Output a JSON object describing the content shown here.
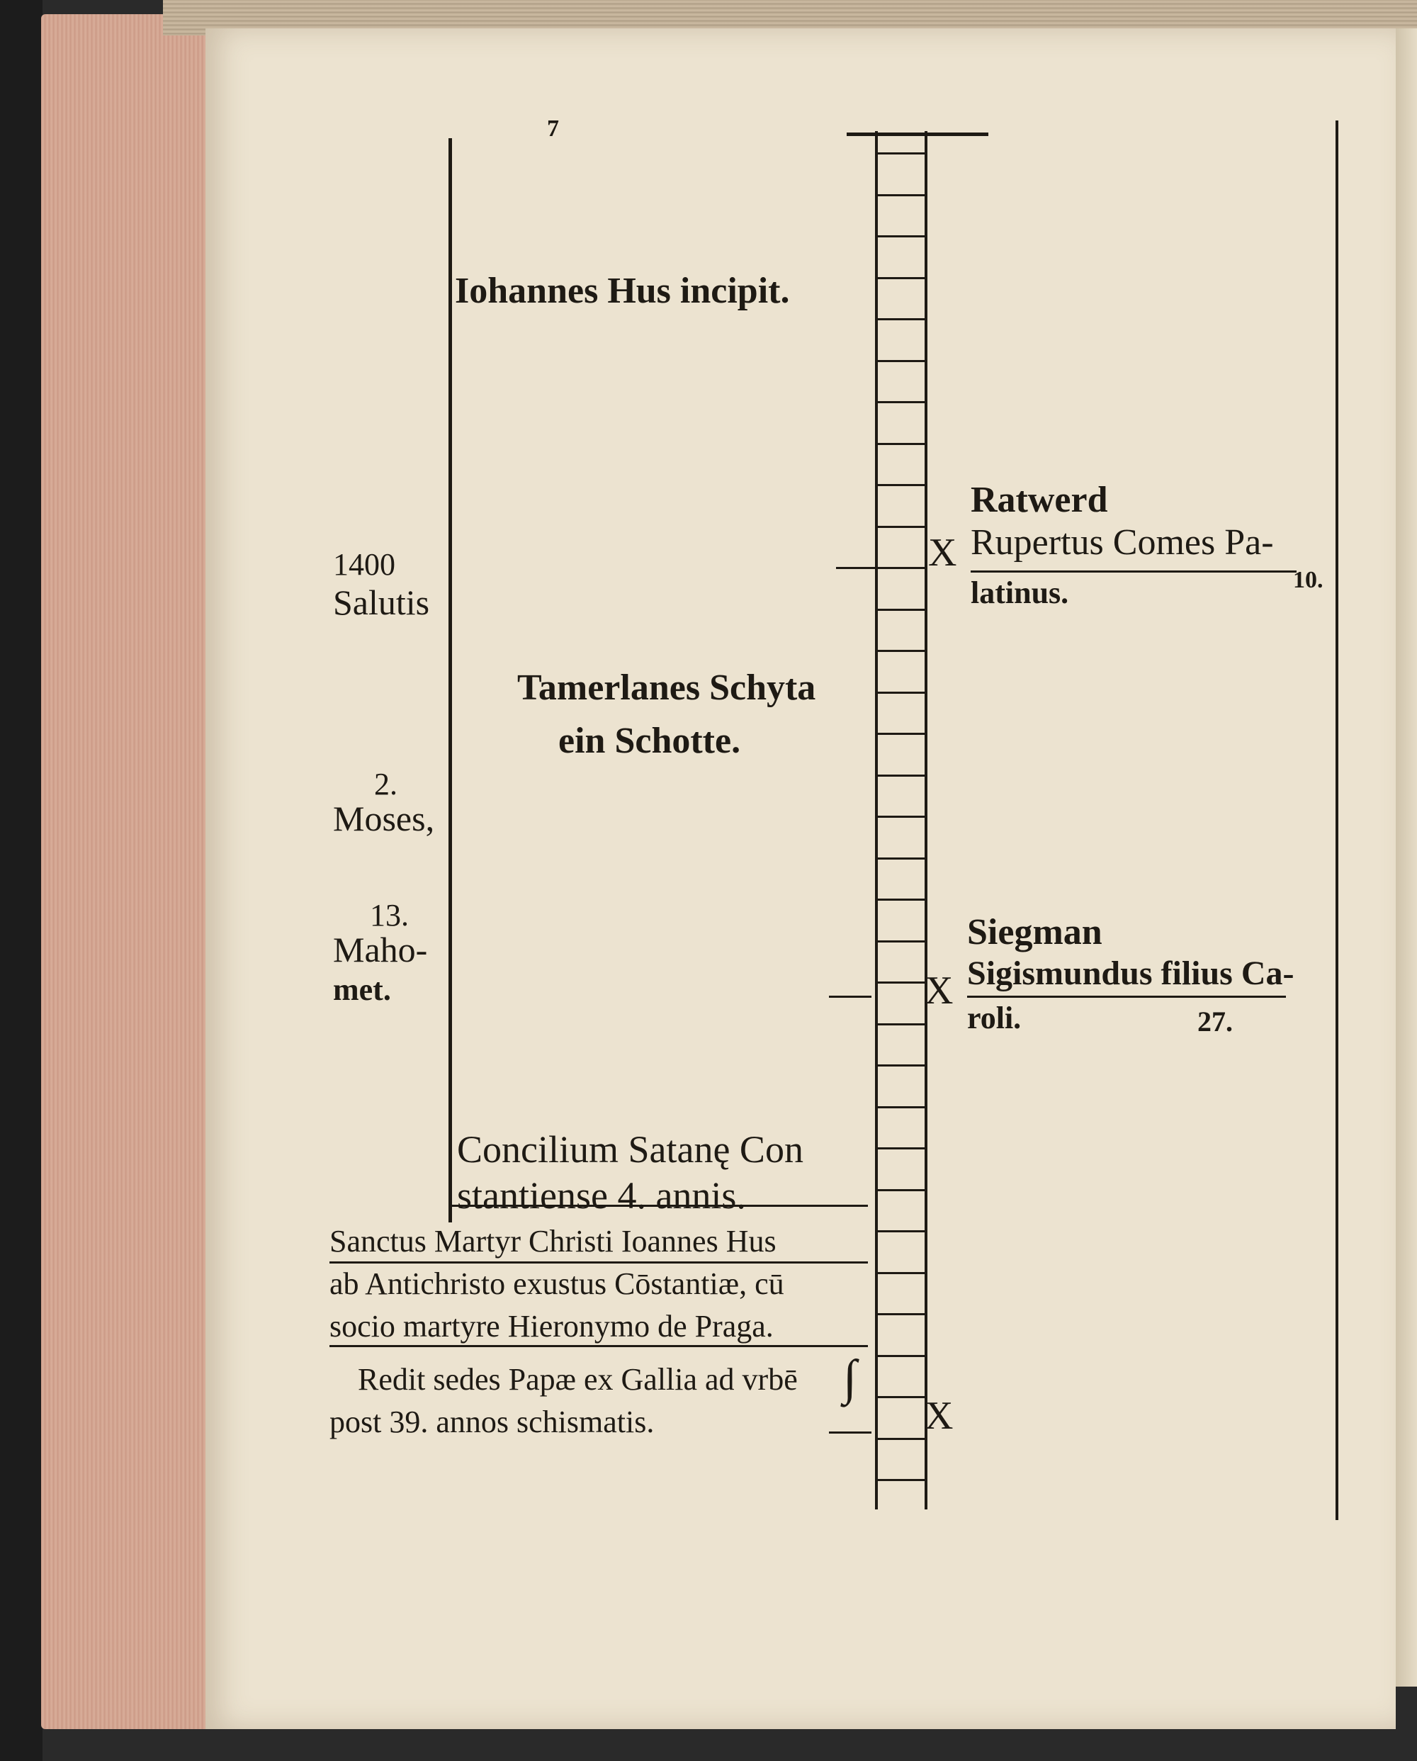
{
  "timeline": {
    "top_mark": "7",
    "center_entries": [
      {
        "id": "hus",
        "text": "Iohannes Hus incipit."
      },
      {
        "id": "tam1",
        "text": "Tamerlanes Schyta"
      },
      {
        "id": "tam2",
        "text": "ein Schotte."
      },
      {
        "id": "con1",
        "text": "Concilium Satanę Con"
      },
      {
        "id": "con2",
        "text": "stantiense   4. annis."
      }
    ],
    "left_margin": {
      "year": "1400",
      "salutis": "Salutis",
      "moses_num": "2.",
      "moses": "Moses,",
      "mahomet_num": "13.",
      "mahomet1": "Maho-",
      "mahomet2": "met."
    },
    "lower_notes": [
      "Sanctus Martyr Christi Ioannes Hus",
      "ab Antichristo exustus Cōstantiæ, cū",
      "socio martyre Hieronymo de Praga.",
      "Redit sedes Papæ ex Gallia ad vrbē",
      "post 39. annos schismatis."
    ],
    "right_entries": {
      "x_mark": "X",
      "ratwerd": "Ratwerd",
      "rupertus": "Rupertus Comes Pa-",
      "latinus": "latinus.",
      "ten": "10.",
      "siegman": "Siegman",
      "sigismundus": "Sigismundus filius Ca-",
      "roli": "roli.",
      "twentyseven": "27.",
      "bracket": "∫"
    }
  }
}
